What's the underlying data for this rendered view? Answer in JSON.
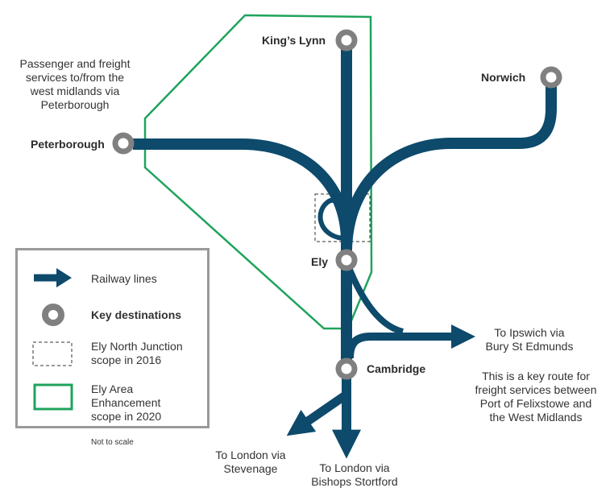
{
  "colors": {
    "railway": "#0d4a6b",
    "station_ring": "#808080",
    "scope_2020": "#1fa35c",
    "scope_2016": "#333333",
    "legend_border": "#9a9a9a"
  },
  "stations": {
    "kings_lynn": "King’s Lynn",
    "norwich": "Norwich",
    "peterborough": "Peterborough",
    "ely": "Ely",
    "cambridge": "Cambridge"
  },
  "annotations": {
    "west_midlands_note": [
      "Passenger and freight",
      "services to/from the",
      "west midlands via",
      "Peterborough"
    ],
    "ipswich": [
      "To Ipswich via",
      "Bury St Edmunds"
    ],
    "felixstowe_note": [
      "This is a key route for",
      "freight services between",
      "Port of Felixstowe and",
      "the West Midlands"
    ],
    "london_stevenage": [
      "To London via",
      "Stevenage"
    ],
    "london_bishops_stortford": [
      "To London via",
      "Bishops Stortford"
    ]
  },
  "legend": {
    "items": [
      {
        "icon": "arrow-icon",
        "label": [
          "Railway lines"
        ]
      },
      {
        "icon": "station-ring-icon",
        "label": [
          "Key destinations"
        ]
      },
      {
        "icon": "dashed-box-icon",
        "label": [
          "Ely North Junction",
          "scope in 2016"
        ]
      },
      {
        "icon": "green-box-icon",
        "label": [
          "Ely Area",
          "Enhancement",
          "scope in 2020"
        ]
      }
    ],
    "footnote": "Not to scale"
  }
}
